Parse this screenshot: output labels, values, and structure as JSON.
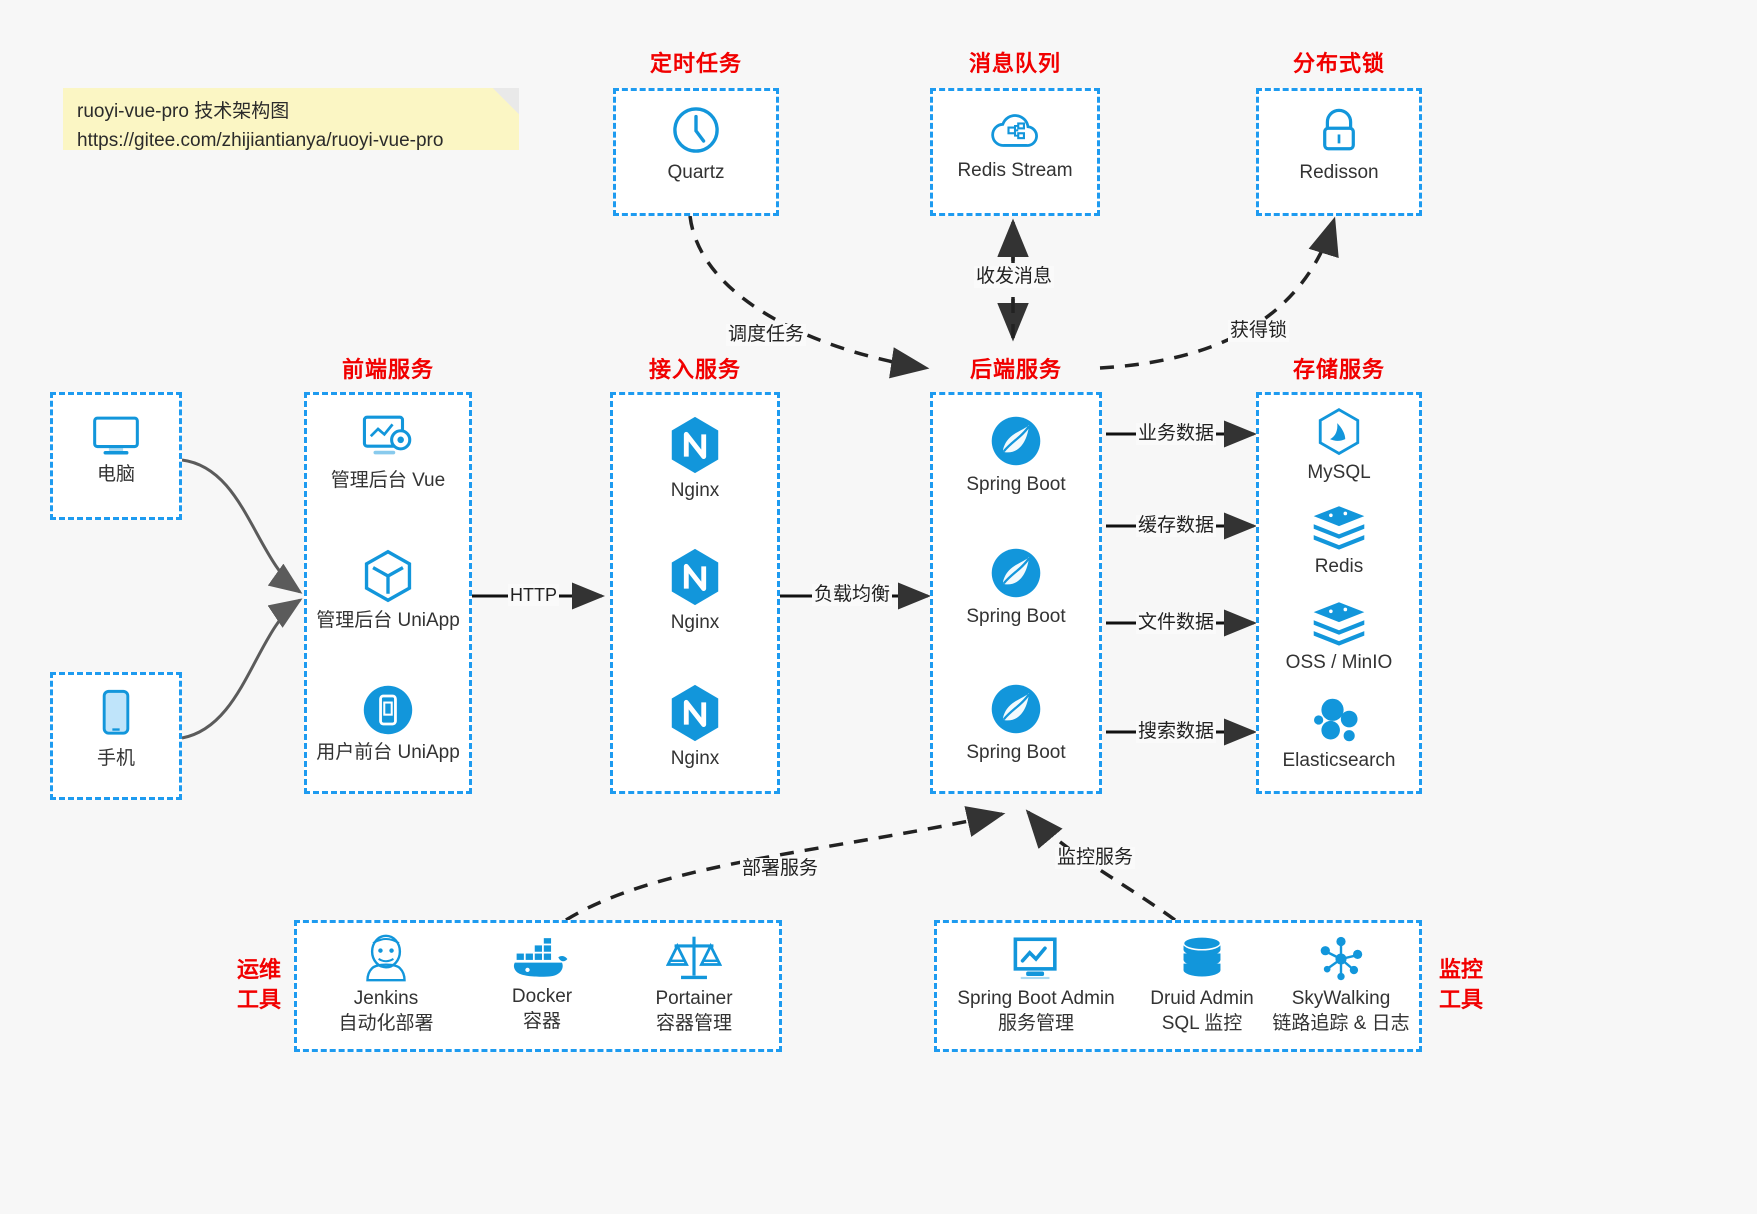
{
  "note": {
    "line1": "ruoyi-vue-pro 技术架构图",
    "line2": "https://gitee.com/zhijiantianya/ruoyi-vue-pro"
  },
  "accent": {
    "box_border": "#1e9bf0",
    "group_label": "#f10000",
    "icon_blue": "#1296db",
    "edge": "#333333",
    "canvas_bg": "#f7f7f7",
    "note_bg": "#fbf6c4"
  },
  "groups": {
    "scheduler": {
      "label": "定时任务"
    },
    "mq": {
      "label": "消息队列"
    },
    "lock": {
      "label": "分布式锁"
    },
    "frontend": {
      "label": "前端服务"
    },
    "gateway": {
      "label": "接入服务"
    },
    "backend": {
      "label": "后端服务"
    },
    "storage": {
      "label": "存储服务"
    },
    "devops": {
      "label": "运维\n工具",
      "label_l1": "运维",
      "label_l2": "工具"
    },
    "monitor": {
      "label": "监控\n工具",
      "label_l1": "监控",
      "label_l2": "工具"
    }
  },
  "nodes": {
    "quartz": {
      "name": "Quartz",
      "icon": "clock-icon"
    },
    "redis_stream": {
      "name": "Redis Stream",
      "icon": "cloud-stream-icon"
    },
    "redisson": {
      "name": "Redisson",
      "icon": "lock-icon"
    },
    "pc": {
      "name": "电脑",
      "icon": "desktop-icon"
    },
    "mobile": {
      "name": "手机",
      "icon": "phone-icon"
    },
    "admin_vue": {
      "name": "管理后台 Vue",
      "icon": "dashboard-icon"
    },
    "admin_uniapp": {
      "name": "管理后台 UniApp",
      "icon": "cube-icon"
    },
    "user_uniapp": {
      "name": "用户前台 UniApp",
      "icon": "mobile-app-icon"
    },
    "nginx1": {
      "name": "Nginx",
      "icon": "nginx-icon"
    },
    "nginx2": {
      "name": "Nginx",
      "icon": "nginx-icon"
    },
    "nginx3": {
      "name": "Nginx",
      "icon": "nginx-icon"
    },
    "springboot1": {
      "name": "Spring Boot",
      "icon": "spring-icon"
    },
    "springboot2": {
      "name": "Spring Boot",
      "icon": "spring-icon"
    },
    "springboot3": {
      "name": "Spring Boot",
      "icon": "spring-icon"
    },
    "mysql": {
      "name": "MySQL",
      "icon": "mysql-icon"
    },
    "redis": {
      "name": "Redis",
      "icon": "redis-icon"
    },
    "oss": {
      "name": "OSS / MinIO",
      "icon": "oss-icon"
    },
    "elasticsearch": {
      "name": "Elasticsearch",
      "icon": "elasticsearch-icon"
    },
    "jenkins": {
      "name": "Jenkins",
      "sub": "自动化部署",
      "icon": "jenkins-icon"
    },
    "docker": {
      "name": "Docker",
      "sub": "容器",
      "icon": "docker-icon"
    },
    "portainer": {
      "name": "Portainer",
      "sub": "容器管理",
      "icon": "scales-icon"
    },
    "sba": {
      "name": "Spring Boot Admin",
      "sub": "服务管理",
      "icon": "monitor-chart-icon"
    },
    "druid": {
      "name": "Druid Admin",
      "sub": "SQL 监控",
      "icon": "database-icon"
    },
    "skywalking": {
      "name": "SkyWalking",
      "sub": "链路追踪 & 日志",
      "icon": "network-nodes-icon"
    }
  },
  "edges": {
    "schedule_task": "调度任务",
    "send_receive_msg": "收发消息",
    "acquire_lock": "获得锁",
    "http": "HTTP",
    "load_balance": "负载均衡",
    "business_data": "业务数据",
    "cache_data": "缓存数据",
    "file_data": "文件数据",
    "search_data": "搜索数据",
    "deploy_service": "部署服务",
    "monitor_service": "监控服务"
  }
}
